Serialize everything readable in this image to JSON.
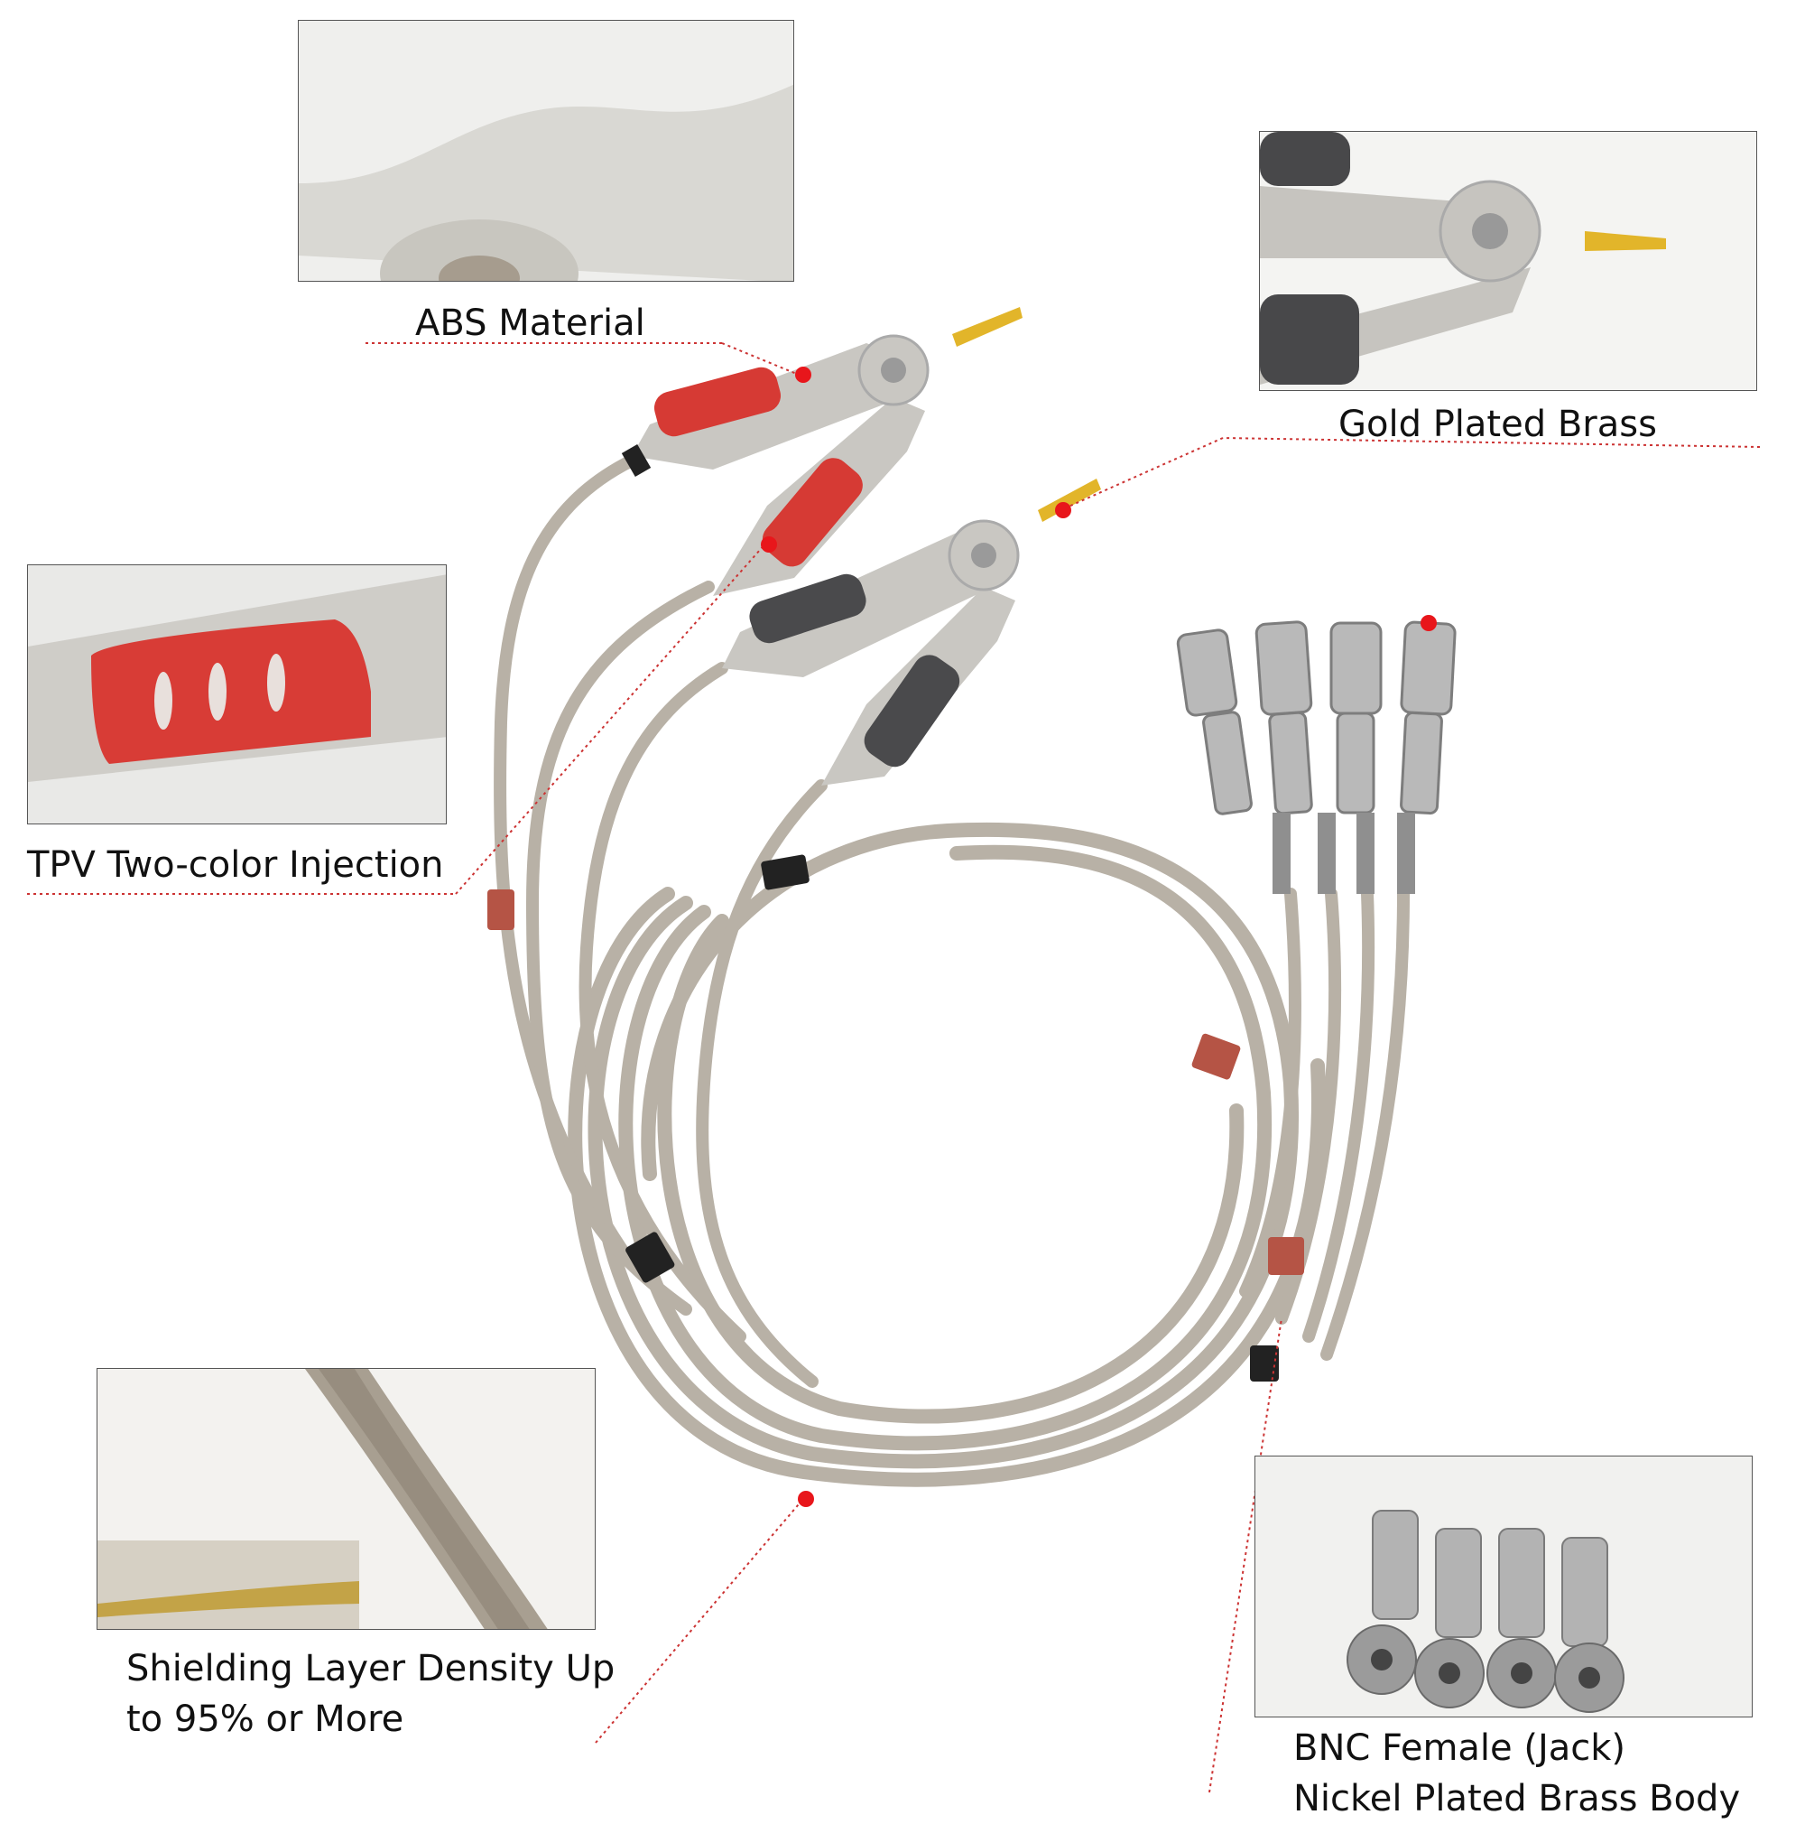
{
  "callouts": {
    "abs": {
      "text": "ABS Material"
    },
    "gold": {
      "text": "Gold Plated Brass"
    },
    "tpv": {
      "text": "TPV Two-color Injection"
    },
    "shield": {
      "line1": "Shielding Layer Density Up",
      "line2": "to 95% or More"
    },
    "bnc": {
      "line1": "BNC Female (Jack)",
      "line2": "Nickel Plated Brass Body"
    }
  },
  "colors": {
    "cable": "#b8b1a6",
    "clip_body": "#c9c7c2",
    "grip_red": "#d63a34",
    "grip_dark": "#4a4a4c",
    "tip_gold": "#e2b52a",
    "marker_dot": "#e8161b",
    "leader_line": "#cc3333"
  }
}
